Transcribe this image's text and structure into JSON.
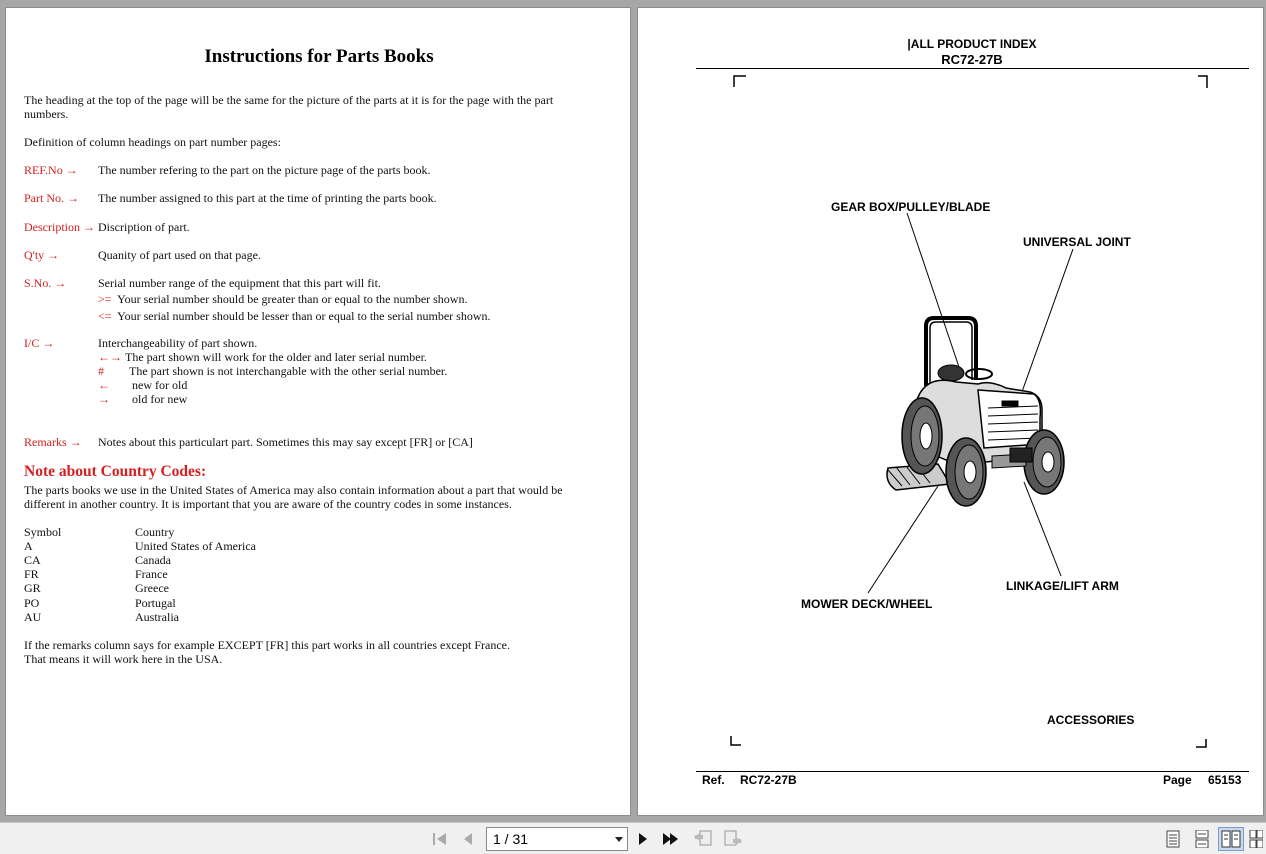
{
  "left_page": {
    "title": "Instructions for Parts Books",
    "intro_line1": "The heading at the top of the page will be the same for the picture of the parts at it is for the page with the part",
    "intro_line2": "numbers.",
    "definition_heading": "Definition of column headings on part number pages:",
    "definitions": [
      {
        "term": "REF.No",
        "desc": "The number refering to the part on the picture page of the parts book."
      },
      {
        "term": "Part No.",
        "desc": "The number assigned to this part at the time of printing the parts book."
      },
      {
        "term": "Description",
        "desc": "Discription of part."
      },
      {
        "term": "Q'ty",
        "desc": "Quanity of part used on that page."
      },
      {
        "term": "S.No.",
        "desc": "Serial number range of the equipment that this part will fit."
      },
      {
        "term": "I/C",
        "desc": "Interchangeability of part shown."
      },
      {
        "term": "Remarks",
        "desc": "Notes about this particulart part. Sometimes this may say except [FR] or [CA]"
      }
    ],
    "serial_notes": [
      {
        "symbol": ">=",
        "text": "Your serial number should be greater than or equal to the number shown."
      },
      {
        "symbol": "<=",
        "text": "Your serial number should be lesser than or equal to the serial number shown."
      }
    ],
    "ic_notes": [
      {
        "symbol": "←→",
        "text": "The part shown will work for the older and later serial number."
      },
      {
        "symbol": "#",
        "text": "The part shown is not interchangable with the other serial number."
      },
      {
        "symbol": "←",
        "text": "new for old"
      },
      {
        "symbol": "→",
        "text": "old for new"
      }
    ],
    "arrow_glyph": "→",
    "country_heading": "Note about Country Codes:",
    "country_para_line1": "The parts books we use in the United States of America may also contain information about a part that would be",
    "country_para_line2": "different in another country. It is important that you are aware of the country codes in some instances.",
    "country_table": {
      "headers": [
        "Symbol",
        "Country"
      ],
      "rows": [
        [
          "A",
          "United States of America"
        ],
        [
          "CA",
          "Canada"
        ],
        [
          "FR",
          "France"
        ],
        [
          "GR",
          "Greece"
        ],
        [
          "PO",
          "Portugal"
        ],
        [
          "AU",
          "Australia"
        ]
      ]
    },
    "closing_line1": "If the remarks column says for example EXCEPT [FR] this part works in all countries except France.",
    "closing_line2": "That means it will work here in the USA."
  },
  "right_page": {
    "header_line1": "|ALL PRODUCT INDEX",
    "header_line2": "RC72-27B",
    "labels": {
      "gearbox": "GEAR BOX/PULLEY/BLADE",
      "universal": "UNIVERSAL JOINT",
      "linkage": "LINKAGE/LIFT ARM",
      "mower": "MOWER DECK/WHEEL",
      "accessories": "ACCESSORIES"
    },
    "footer": {
      "ref_label": "Ref.",
      "ref_value": "RC72-27B",
      "page_label": "Page",
      "page_value": "65153"
    }
  },
  "toolbar": {
    "page_indicator": "1 / 31"
  },
  "colors": {
    "accent_red": "#d42020",
    "viewer_bg": "#a7a7a7"
  }
}
